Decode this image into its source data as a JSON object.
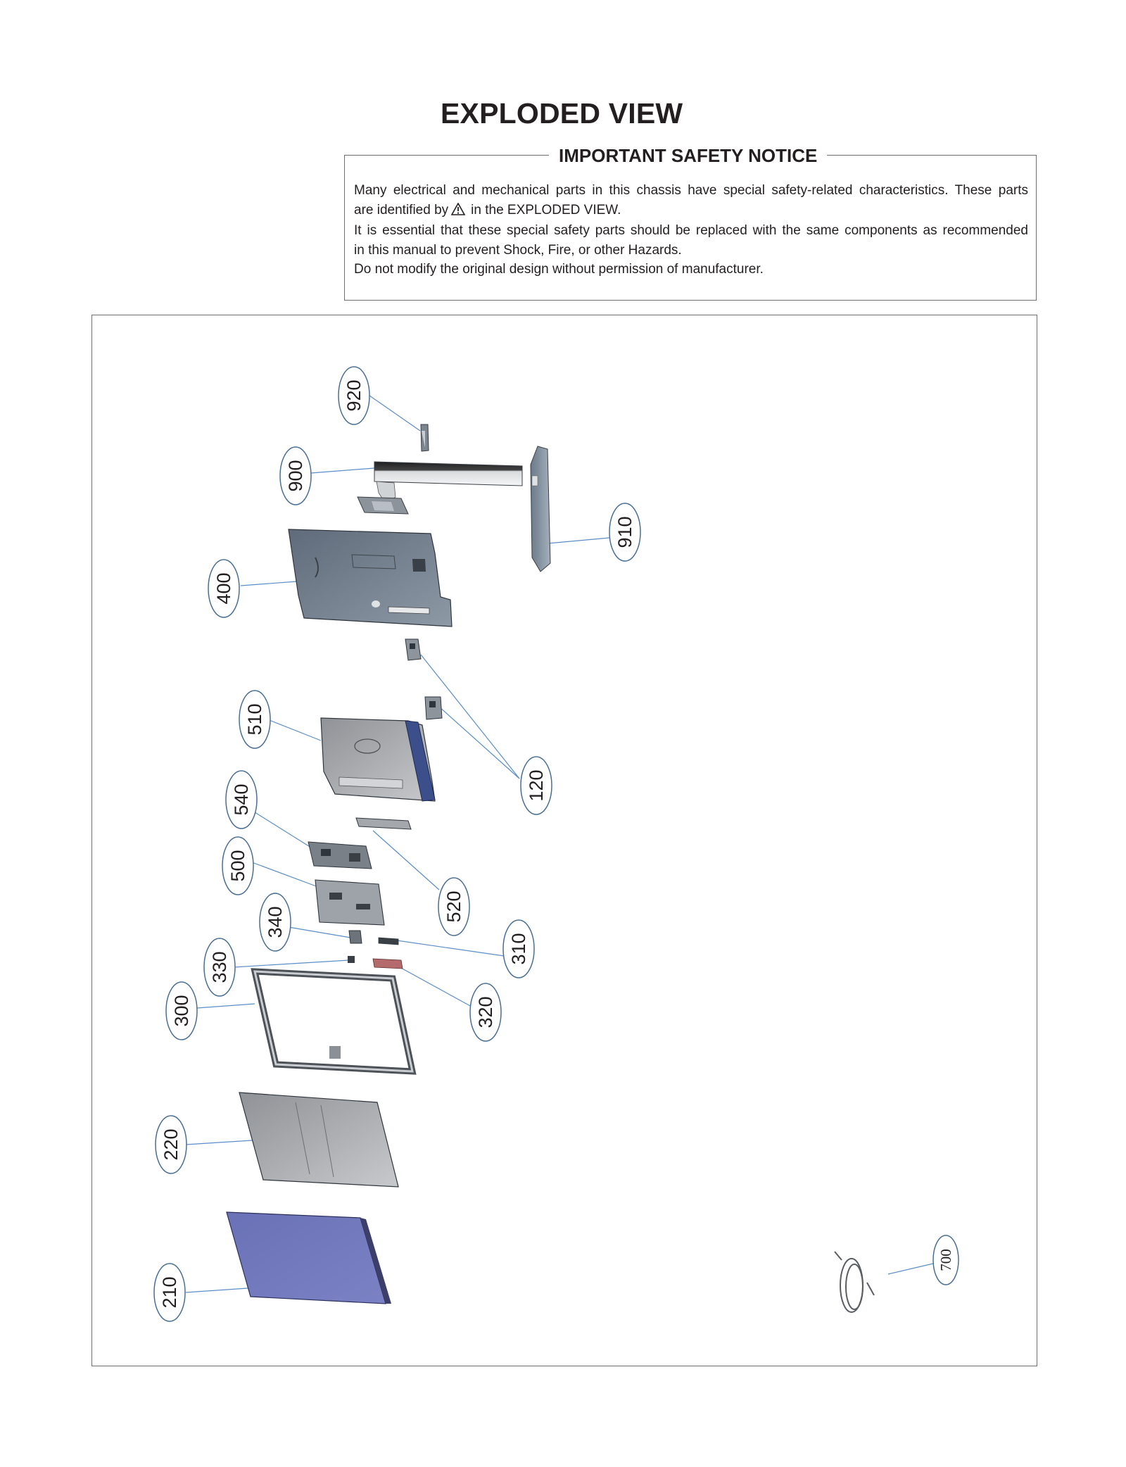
{
  "title": "EXPLODED VIEW",
  "notice": {
    "title": "IMPORTANT SAFETY NOTICE",
    "line1": "Many electrical and mechanical parts in this chassis have special safety-related characteristics. These parts",
    "line2a": "are identified by",
    "line2b": "in the  EXPLODED VIEW.",
    "line3": "It is essential that these special safety parts should be replaced with the same components as recommended",
    "line4": "in this manual to prevent Shock, Fire, or other Hazards.",
    "line5": "Do not modify the original design without permission of manufacturer."
  },
  "part_labels": [
    "920",
    "900",
    "910",
    "400",
    "510",
    "120",
    "540",
    "500",
    "520",
    "340",
    "310",
    "330",
    "320",
    "300",
    "220",
    "210",
    "700"
  ],
  "colors": {
    "leader": "#5b8ec7",
    "label_border": "#4a6f94",
    "panel_blue": "#6f75b8",
    "metal": "#a7a9ac"
  }
}
